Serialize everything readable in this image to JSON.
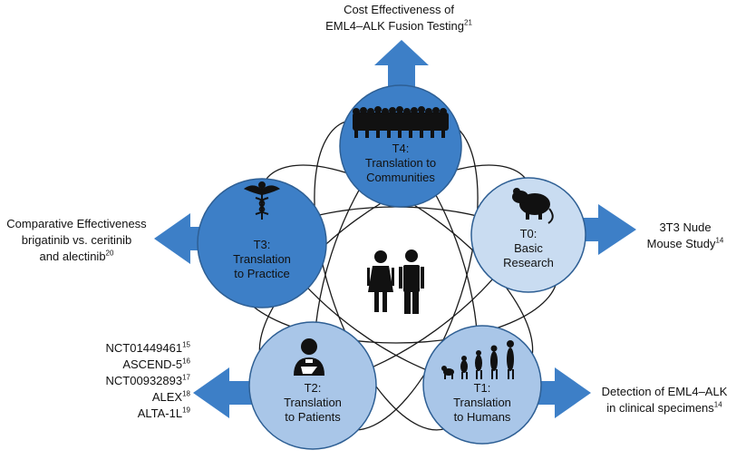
{
  "colors": {
    "dark_blue": "#3d7fc7",
    "light_blue": "#a9c6e8",
    "circle_stroke": "#2e5f94",
    "ring_stroke": "#1a1a1a",
    "arrow": "#3d7fc7"
  },
  "center": {
    "icon": "man-woman-icon"
  },
  "nodes": [
    {
      "id": "t4",
      "icon": "crowd-icon",
      "lines": [
        "T4:",
        "Translation to",
        "Communities"
      ]
    },
    {
      "id": "t0",
      "icon": "mouse-icon",
      "lines": [
        "T0:",
        "Basic",
        "Research"
      ]
    },
    {
      "id": "t1",
      "icon": "evolution-icon",
      "lines": [
        "T1:",
        "Translation",
        "to Humans"
      ]
    },
    {
      "id": "t2",
      "icon": "patient-icon",
      "lines": [
        "T2:",
        "Translation",
        "to Patients"
      ]
    },
    {
      "id": "t3",
      "icon": "caduceus-icon",
      "lines": [
        "T3:",
        "Translation",
        "to Practice"
      ]
    }
  ],
  "outcomes": {
    "t4": {
      "lines": [
        {
          "text": "Cost Effectiveness of",
          "sup": ""
        },
        {
          "text": "EML4–ALK Fusion Testing",
          "sup": "21"
        }
      ]
    },
    "t0": {
      "lines": [
        {
          "text": "3T3 Nude",
          "sup": ""
        },
        {
          "text": "Mouse Study",
          "sup": "14"
        }
      ]
    },
    "t1": {
      "lines": [
        {
          "text": "Detection of EML4–ALK",
          "sup": ""
        },
        {
          "text": "in clinical specimens",
          "sup": "14"
        }
      ]
    },
    "t2": {
      "lines": [
        {
          "text": "NCT01449461",
          "sup": "15"
        },
        {
          "text": "ASCEND-5",
          "sup": "16"
        },
        {
          "text": "NCT00932893",
          "sup": "17"
        },
        {
          "text": "ALEX",
          "sup": "18"
        },
        {
          "text": "ALTA-1L",
          "sup": "19"
        }
      ]
    },
    "t3": {
      "lines": [
        {
          "text": "Comparative Effectiveness",
          "sup": ""
        },
        {
          "text": "brigatinib vs. ceritinib",
          "sup": ""
        },
        {
          "text": "and alectinib",
          "sup": "20"
        }
      ]
    }
  }
}
